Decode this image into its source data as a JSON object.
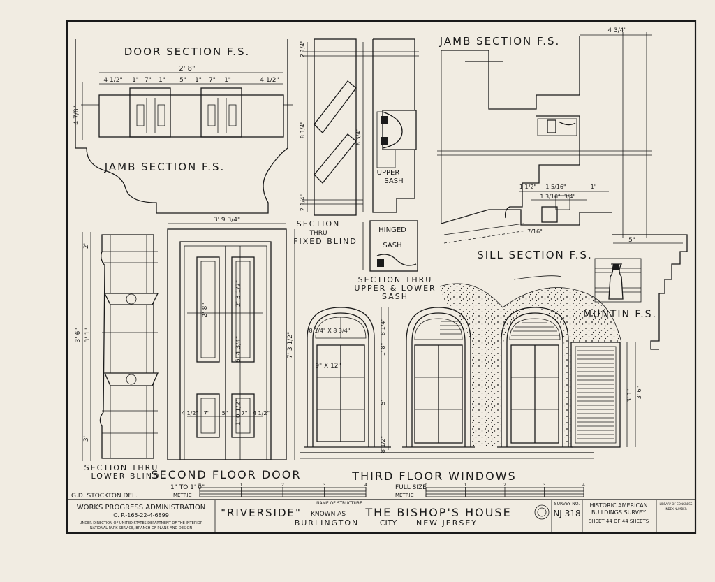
{
  "sheet": {
    "palette": {
      "paper": "#f1ece2",
      "ink": "#1a1a1a"
    }
  },
  "drawings": {
    "door_section_title": "DOOR SECTION F.S.",
    "door_section_dims": [
      "4 1/2\"",
      "1\"",
      "7\"",
      "1\"",
      "5\"",
      "1\"",
      "7\"",
      "1\"",
      "4 1/2\""
    ],
    "door_section_overall": "2' 8\"",
    "door_section_height": "4 7/8\"",
    "jamb_section_left_title": "JAMB SECTION F.S.",
    "fixed_blind_title_1": "SECTION",
    "fixed_blind_title_2": "THRU",
    "fixed_blind_title_3": "FIXED BLIND",
    "fixed_blind_dims": [
      "2 1/4\"",
      "8 1/4\"",
      "8 3/4\"",
      "2 1/4\""
    ],
    "upper_sash_label_1": "UPPER",
    "upper_sash_label_2": "SASH",
    "hinged_sash_label_1": "HINGED",
    "hinged_sash_label_2": "SASH",
    "upper_lower_title_1": "SECTION THRU",
    "upper_lower_title_2": "UPPER & LOWER",
    "upper_lower_title_3": "SASH",
    "jamb_section_right_title": "JAMB SECTION F.S.",
    "jamb_right_dim": "4 3/4\"",
    "sill_dims": [
      "1 1/2\"",
      "1 5/16\"",
      "1\"",
      "1 3/16\"",
      "3/4\"",
      "7/16\""
    ],
    "sill_section_title": "SILL SECTION F.S.",
    "sill_dim_5": "5\"",
    "muntin_title": "MUNTIN F.S.",
    "lower_blind_dims": [
      "2'",
      "3' 6\"",
      "3' 1\"",
      "3'"
    ],
    "second_floor_door_width": "3' 9 3/4\"",
    "second_floor_door_dims": [
      "2' 8\"",
      "2' 3 1/2\"",
      "6' 4 3/4\"",
      "1' 0 1/2\"",
      "7' 3 1/2\""
    ],
    "door_bottom_dims": [
      "4 1/2\"",
      "7\"",
      "5\"",
      "7\"",
      "4 1/2\""
    ],
    "window_dims": [
      "8 1/4\"",
      "1' 8\"",
      "5'",
      "8 1/2\"",
      "3' 1\"",
      "3' 6\""
    ],
    "window_glass_labels": [
      "8 1/4\" X 8 3/4\"",
      "9\" X 12\""
    ],
    "lower_blind_title_1": "SECTION THRU",
    "lower_blind_title_2": "LOWER BLIND",
    "second_floor_door_title": "SECOND FLOOR DOOR",
    "third_floor_windows_title": "THIRD FLOOR WINDOWS"
  },
  "scales": {
    "left_label": "1\" TO 1' 0\"",
    "left_metric": "METRIC",
    "right_label": "FULL SIZE",
    "right_metric": "METRIC",
    "left_ticks": [
      "0",
      "1",
      "2",
      "3",
      "4"
    ],
    "right_ticks": [
      "0",
      "1",
      "2",
      "3",
      "4"
    ]
  },
  "title_block": {
    "delineator": "G.D. STOCKTON DEL.",
    "agency_line_1": "WORKS PROGRESS ADMINISTRATION",
    "agency_line_2": "O. P.-165-22-4-6899",
    "agency_line_3": "UNDER DIRECTION OF UNITED STATES DEPARTMENT OF THE INTERIOR",
    "agency_line_4": "NATIONAL PARK SERVICE, BRANCH OF PLANS AND DESIGN",
    "name_of_structure_label": "NAME OF STRUCTURE",
    "structure_name": "\"RIVERSIDE\"",
    "known_as": "KNOWN AS",
    "structure_alias": "THE BISHOP'S HOUSE",
    "city": "BURLINGTON",
    "city_label": "CITY",
    "state": "NEW JERSEY",
    "survey_no_label": "SURVEY NO.",
    "survey_no": "NJ-318",
    "survey_name_1": "HISTORIC AMERICAN",
    "survey_name_2": "BUILDINGS SURVEY",
    "sheet_info": "SHEET 44 OF 44 SHEETS",
    "loc_label_1": "LIBRARY OF CONGRESS",
    "loc_label_2": "INDEX NUMBER"
  }
}
